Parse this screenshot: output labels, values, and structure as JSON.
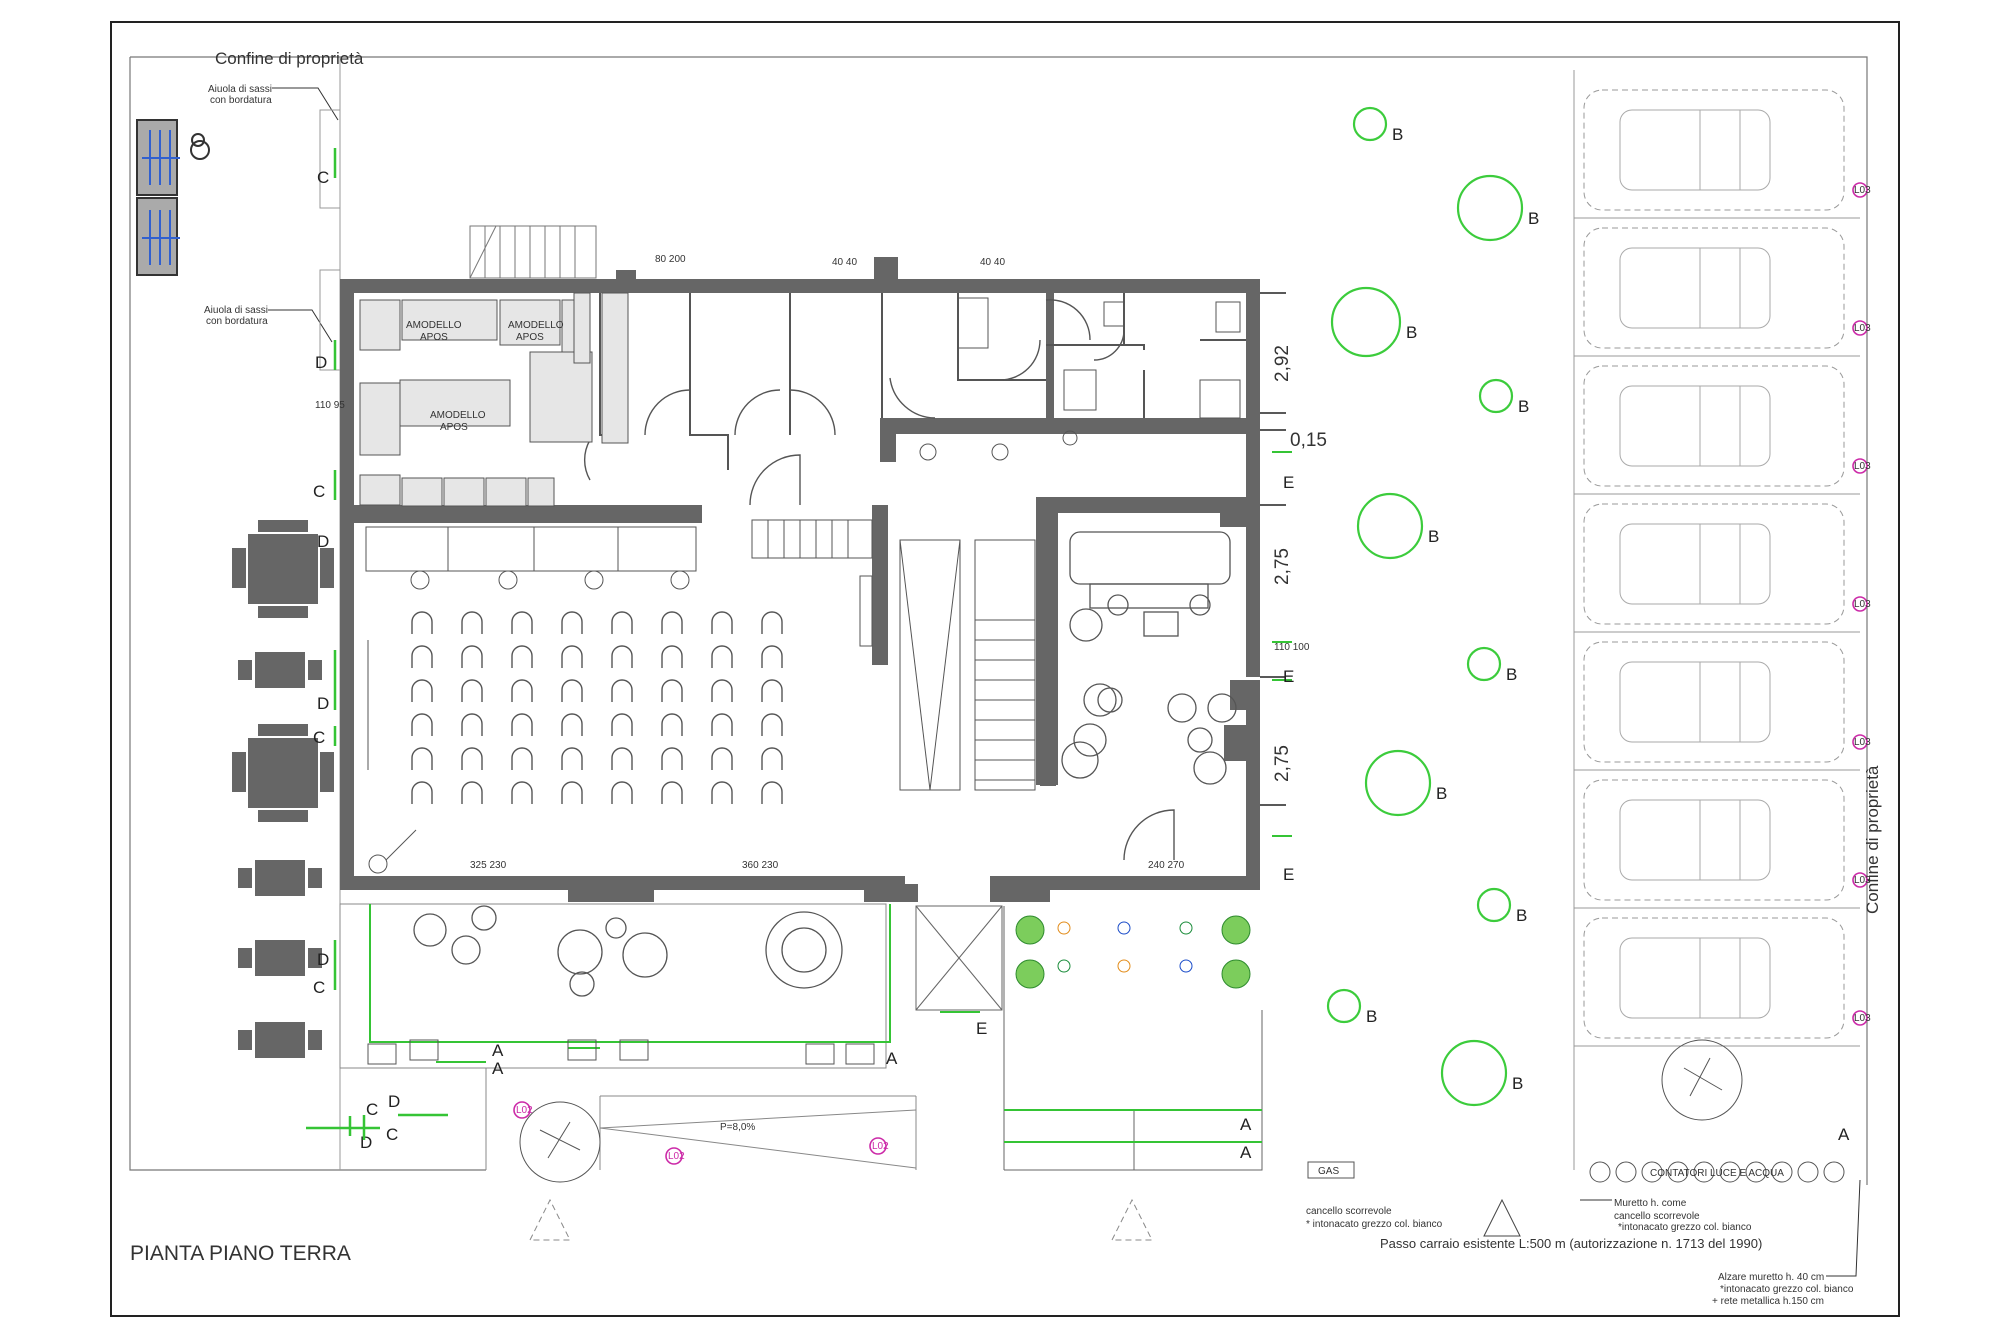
{
  "sheet": {
    "title": "PIANTA PIANO TERRA",
    "property_line_top": "Confine di proprietà",
    "property_line_right": "Confine di proprietà"
  },
  "notes": {
    "rock_bed_1_line1": "Aiuola di sassi",
    "rock_bed_1_line2": "con bordatura",
    "rock_bed_2_line1": "Aiuola di sassi",
    "rock_bed_2_line2": "con bordatura",
    "gate_1_line1": "cancello scorrevole",
    "gate_1_line2": "* intonacato grezzo col. bianco",
    "driveway": "Passo carraio esistente L:500 m (autorizzazione n. 1713 del 1990)",
    "wall_1_line1": "Muretto h. come",
    "wall_1_line2": "cancello scorrevole",
    "wall_1_line3": "*intonacato grezzo col. bianco",
    "wall_2_line1": "Alzare muretto h. 40 cm",
    "wall_2_line2": "*intonacato grezzo col. bianco",
    "wall_2_line3": "+ rete metallica h.150 cm",
    "meters": "CONTATORI LUCE E ACQUA",
    "gas": "GAS",
    "slope": "P=8,0%"
  },
  "dimensions": {
    "d1": "2,92",
    "d2": "0,15",
    "d3": "2,75",
    "d4": "2,75"
  },
  "openings": {
    "o1": "110\n95",
    "o2": "80\n200",
    "o3": "40\n40",
    "o4": "40\n40",
    "o5": "325\n230",
    "o6": "360\n230",
    "o7": "240\n270",
    "o8": "110\n100"
  },
  "furniture_labels": {
    "f1": "AMODELLO",
    "f2": "APOS",
    "f3": "AMODELLO",
    "f4": "APOS",
    "f5": "AMODELLO",
    "f6": "APOS"
  },
  "markers": {
    "lamp": "L02",
    "lamp_right": "L03"
  },
  "colors": {
    "wall": "#6b6b6b",
    "line": "#444444",
    "hedge": "#35c435",
    "tree": "#3ccc3c",
    "marker": "#cc2aa8",
    "paving_line": "#8a8a8a"
  }
}
